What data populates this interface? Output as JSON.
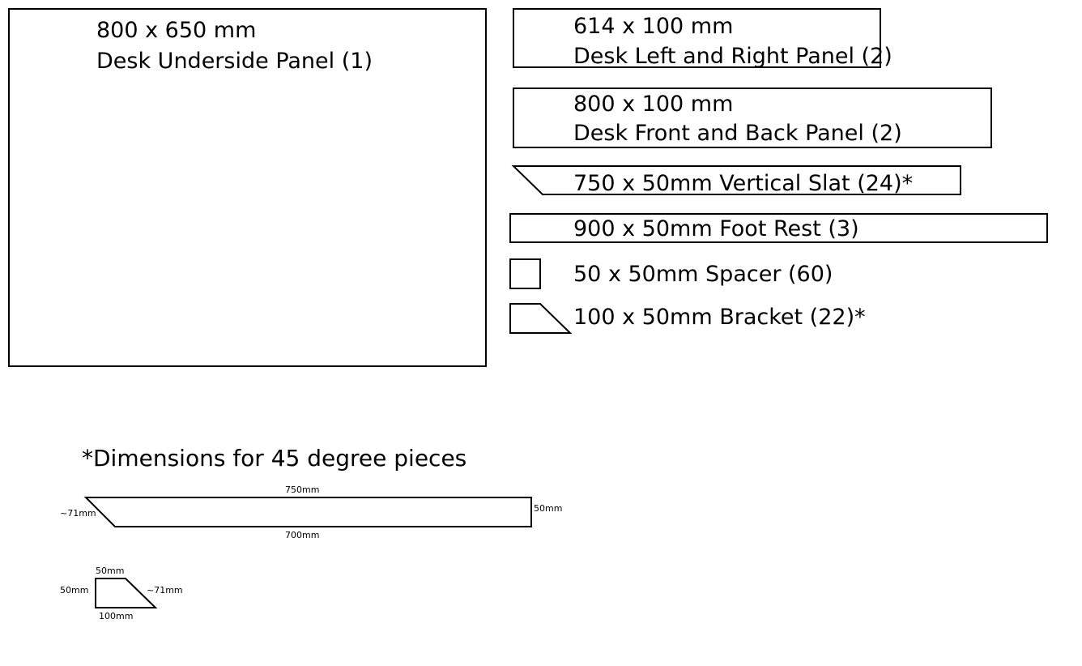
{
  "pieces": {
    "underside": {
      "dims": "800 x 650 mm",
      "name": "Desk Underside Panel (1)"
    },
    "left_right": {
      "dims": "614 x 100 mm",
      "name": "Desk Left and Right Panel (2)"
    },
    "front_back": {
      "dims": "800 x 100 mm",
      "name": "Desk Front and Back Panel (2)"
    },
    "vertical_slat": {
      "label": "750 x 50mm Vertical Slat (24)*"
    },
    "foot_rest": {
      "label": "900 x 50mm Foot Rest (3)"
    },
    "spacer": {
      "label": "50 x 50mm Spacer (60)"
    },
    "bracket": {
      "label": "100 x 50mm Bracket (22)*"
    }
  },
  "note": "*Dimensions for 45 degree pieces",
  "slat_detail": {
    "top": "750mm",
    "bottom": "700mm",
    "right": "50mm",
    "diagonal": "~71mm"
  },
  "bracket_detail": {
    "top": "50mm",
    "left": "50mm",
    "bottom": "100mm",
    "diagonal": "~71mm"
  }
}
